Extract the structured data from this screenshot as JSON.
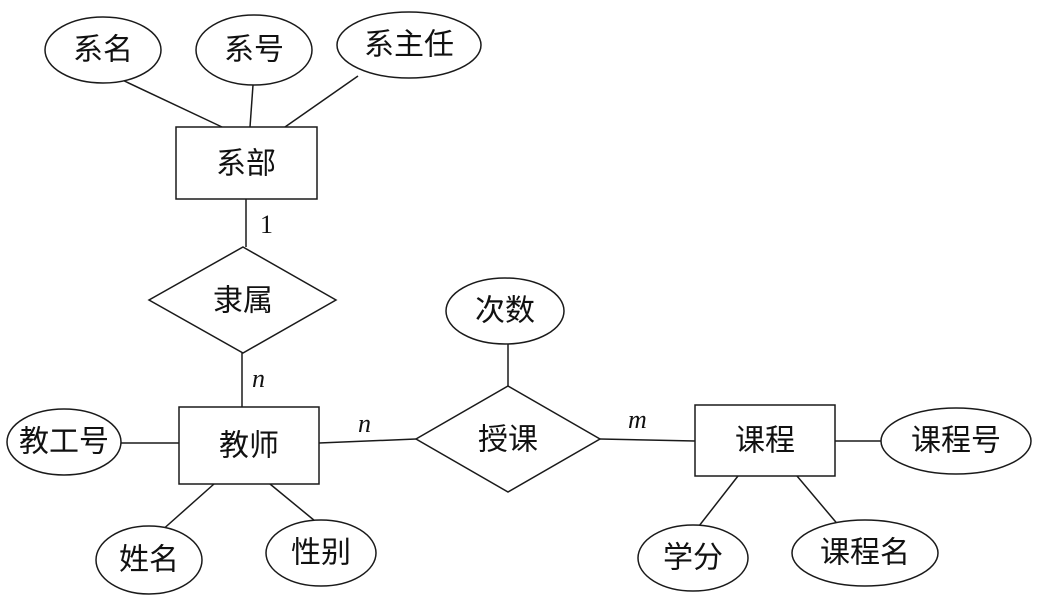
{
  "entities": {
    "department": "系部",
    "teacher": "教师",
    "course": "课程"
  },
  "relationships": {
    "belongs": "隶属",
    "teaches": "授课"
  },
  "attributes": {
    "dept_name": "系名",
    "dept_no": "系号",
    "dept_head": "系主任",
    "count": "次数",
    "teacher_id": "教工号",
    "teacher_name": "姓名",
    "teacher_gender": "性别",
    "course_no": "课程号",
    "course_credit": "学分",
    "course_name": "课程名"
  },
  "cardinalities": {
    "dept_belongs": "1",
    "teacher_belongs": "n",
    "teacher_teaches": "n",
    "course_teaches": "m"
  }
}
